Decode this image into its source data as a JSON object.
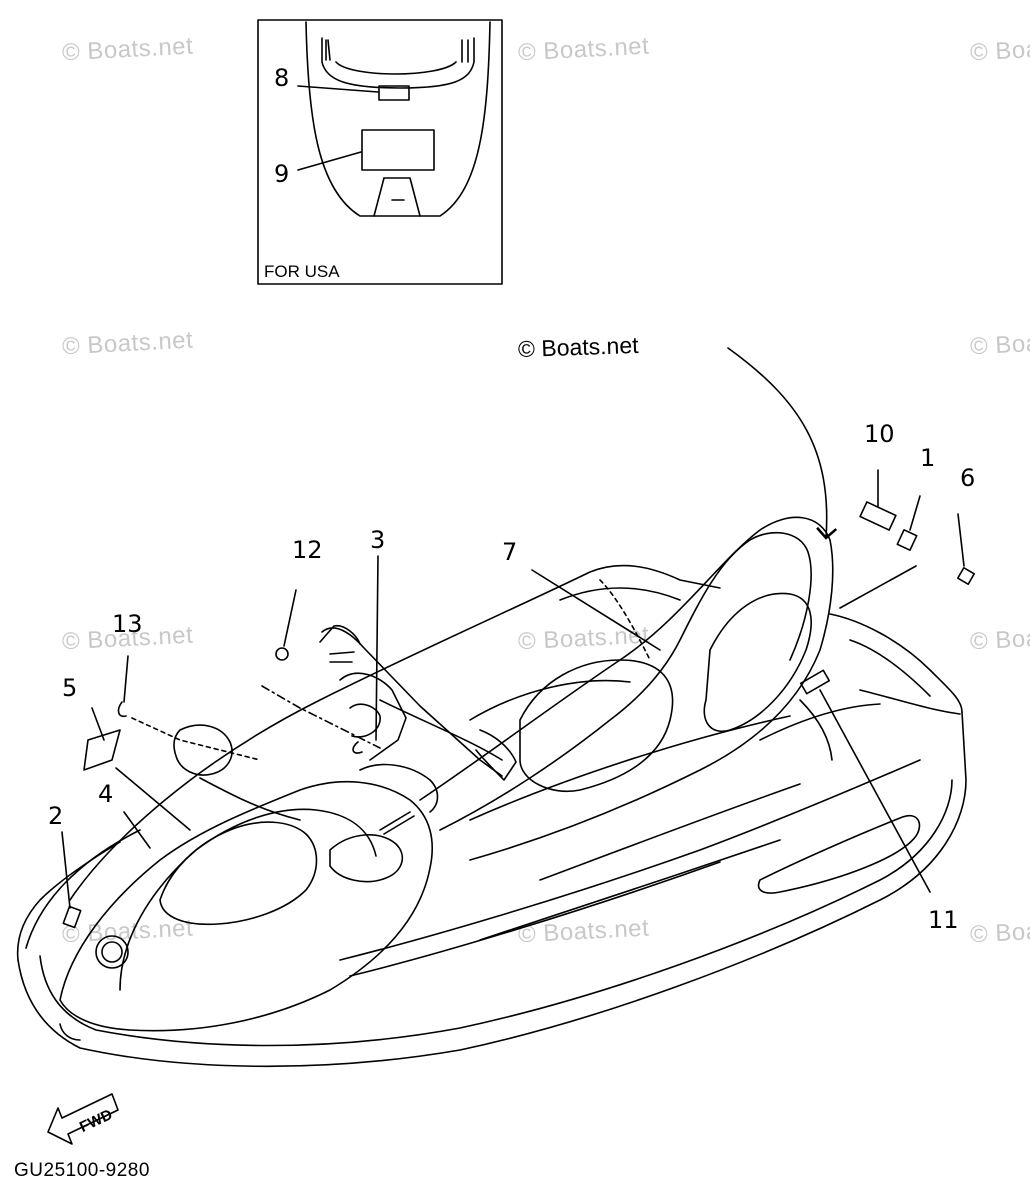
{
  "watermark": "© Boats.net",
  "inset": {
    "label": "FOR USA"
  },
  "callouts": {
    "c1": "1",
    "c2": "2",
    "c3": "3",
    "c4": "4",
    "c5": "5",
    "c6": "6",
    "c7": "7",
    "c8": "8",
    "c9": "9",
    "c10": "10",
    "c11": "11",
    "c12": "12",
    "c13": "13"
  },
  "fwd_label": "FWD",
  "part_number": "GU25100-9280",
  "colors": {
    "line": "#000000",
    "watermark": "#c8c8c8",
    "background": "#ffffff"
  }
}
